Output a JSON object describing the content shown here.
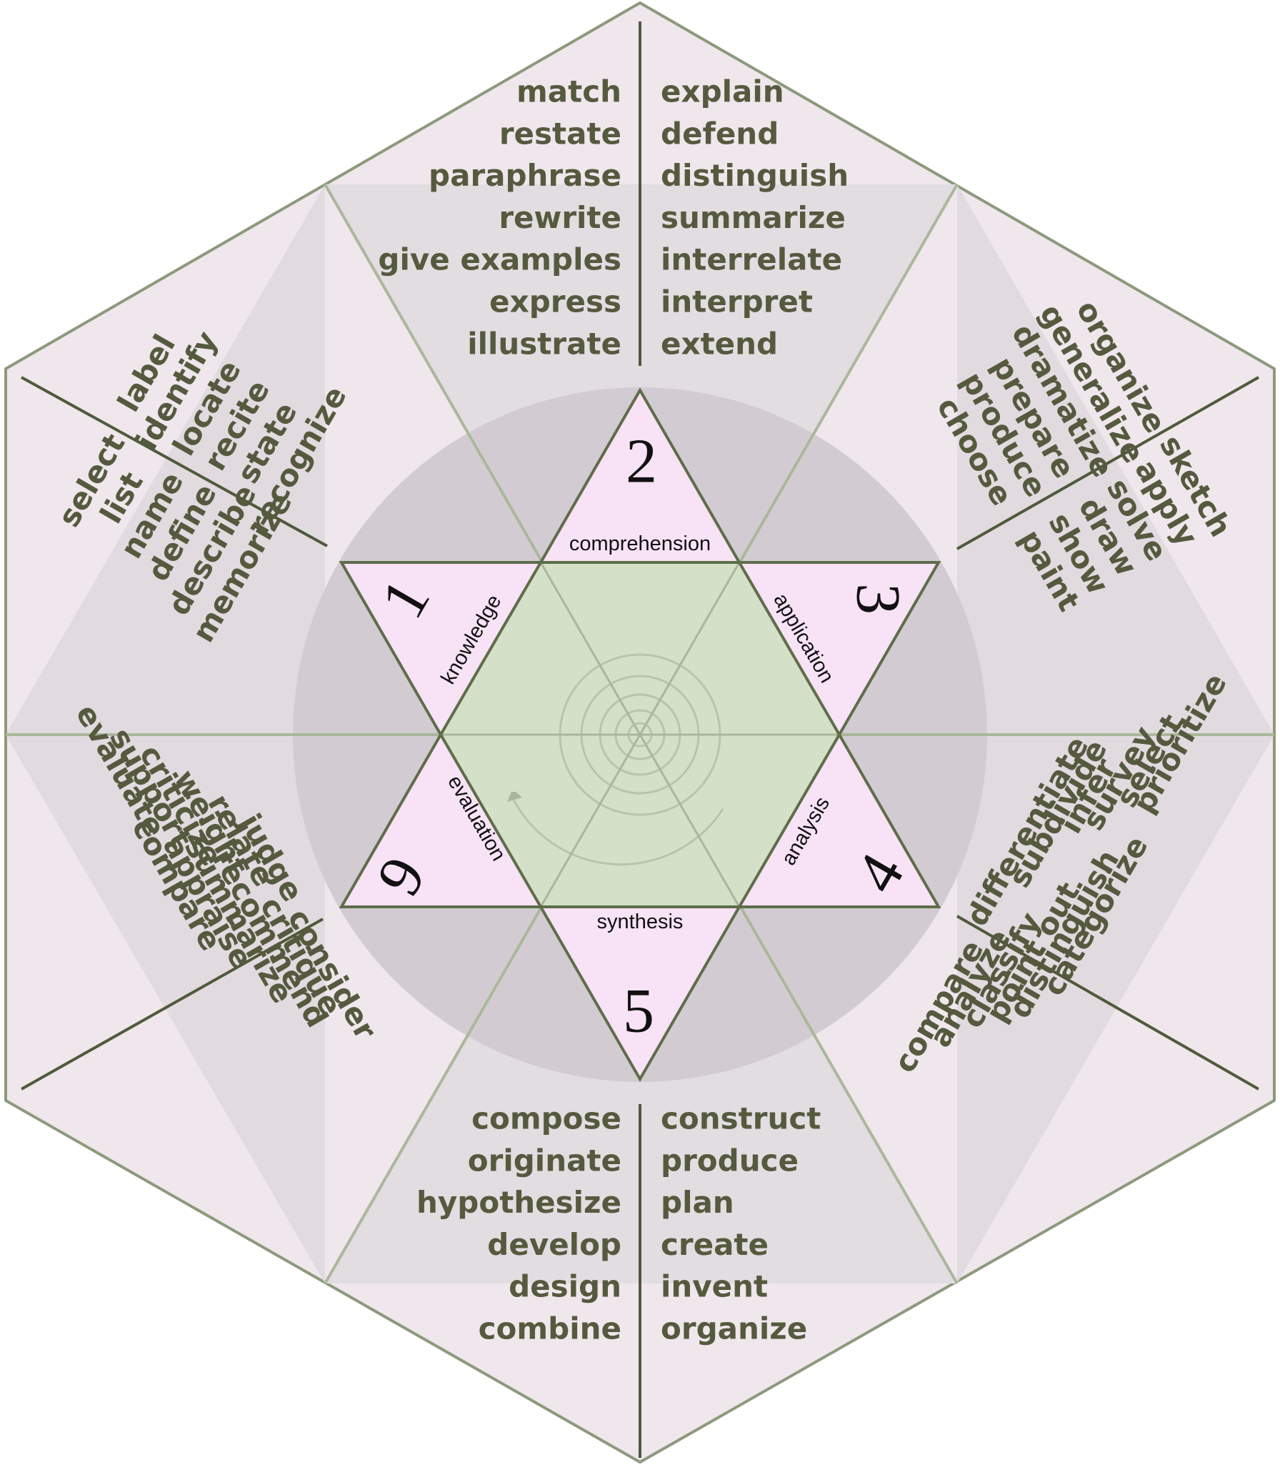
{
  "colors": {
    "hexagon_fill": "#efe7ec",
    "hexagon_stroke": "#8c9a7c",
    "wedge_shade": "#dcd8dc",
    "circle_fill": "#d2ccd2",
    "center_hexagon": "#d5e0c8",
    "triangle_fill": "#f8e2f6",
    "triangle_stroke": "#5e6d4a",
    "divider": "#4f5a3a",
    "verb_text": "#555a3e"
  },
  "triangles": [
    {
      "number": "1",
      "label": "knowledge"
    },
    {
      "number": "2",
      "label": "comprehension"
    },
    {
      "number": "3",
      "label": "application"
    },
    {
      "number": "4",
      "label": "analysis"
    },
    {
      "number": "5",
      "label": "synthesis"
    },
    {
      "number": "6",
      "label": "evaluation"
    }
  ],
  "verb_groups": {
    "top_left": [
      "match",
      "restate",
      "paraphrase",
      "rewrite",
      "give examples",
      "express",
      "illustrate"
    ],
    "top_right": [
      "explain",
      "defend",
      "distinguish",
      "summarize",
      "interrelate",
      "interpret",
      "extend"
    ],
    "bottom_left": [
      "compose",
      "originate",
      "hypothesize",
      "develop",
      "design",
      "combine"
    ],
    "bottom_right": [
      "construct",
      "produce",
      "plan",
      "create",
      "invent",
      "organize"
    ],
    "ul_outer": [
      "label",
      "identify",
      "locate",
      "recite",
      "state",
      "recognize"
    ],
    "ul_inner": [
      "select",
      "list",
      "name",
      "define",
      "describe",
      "memorize"
    ],
    "ur_outer": [
      "organize",
      "generalize",
      "dramatize",
      "prepare",
      "produce",
      "choose"
    ],
    "ur_inner": [
      "sketch",
      "apply",
      "solve",
      "draw",
      "show",
      "paint"
    ],
    "ll_outer": [
      "judge",
      "relate",
      "weight",
      "criticize",
      "support",
      "evaluate"
    ],
    "ll_inner": [
      "consider",
      "critique",
      "recommend",
      "summarize",
      "appraise",
      "compare"
    ],
    "lr_outer": [
      "differentiate",
      "subdivide",
      "infer",
      "survey",
      "select",
      "prioritize"
    ],
    "lr_inner": [
      "compare",
      "analyze",
      "classify",
      "point out",
      "distinguish",
      "categorize"
    ]
  }
}
